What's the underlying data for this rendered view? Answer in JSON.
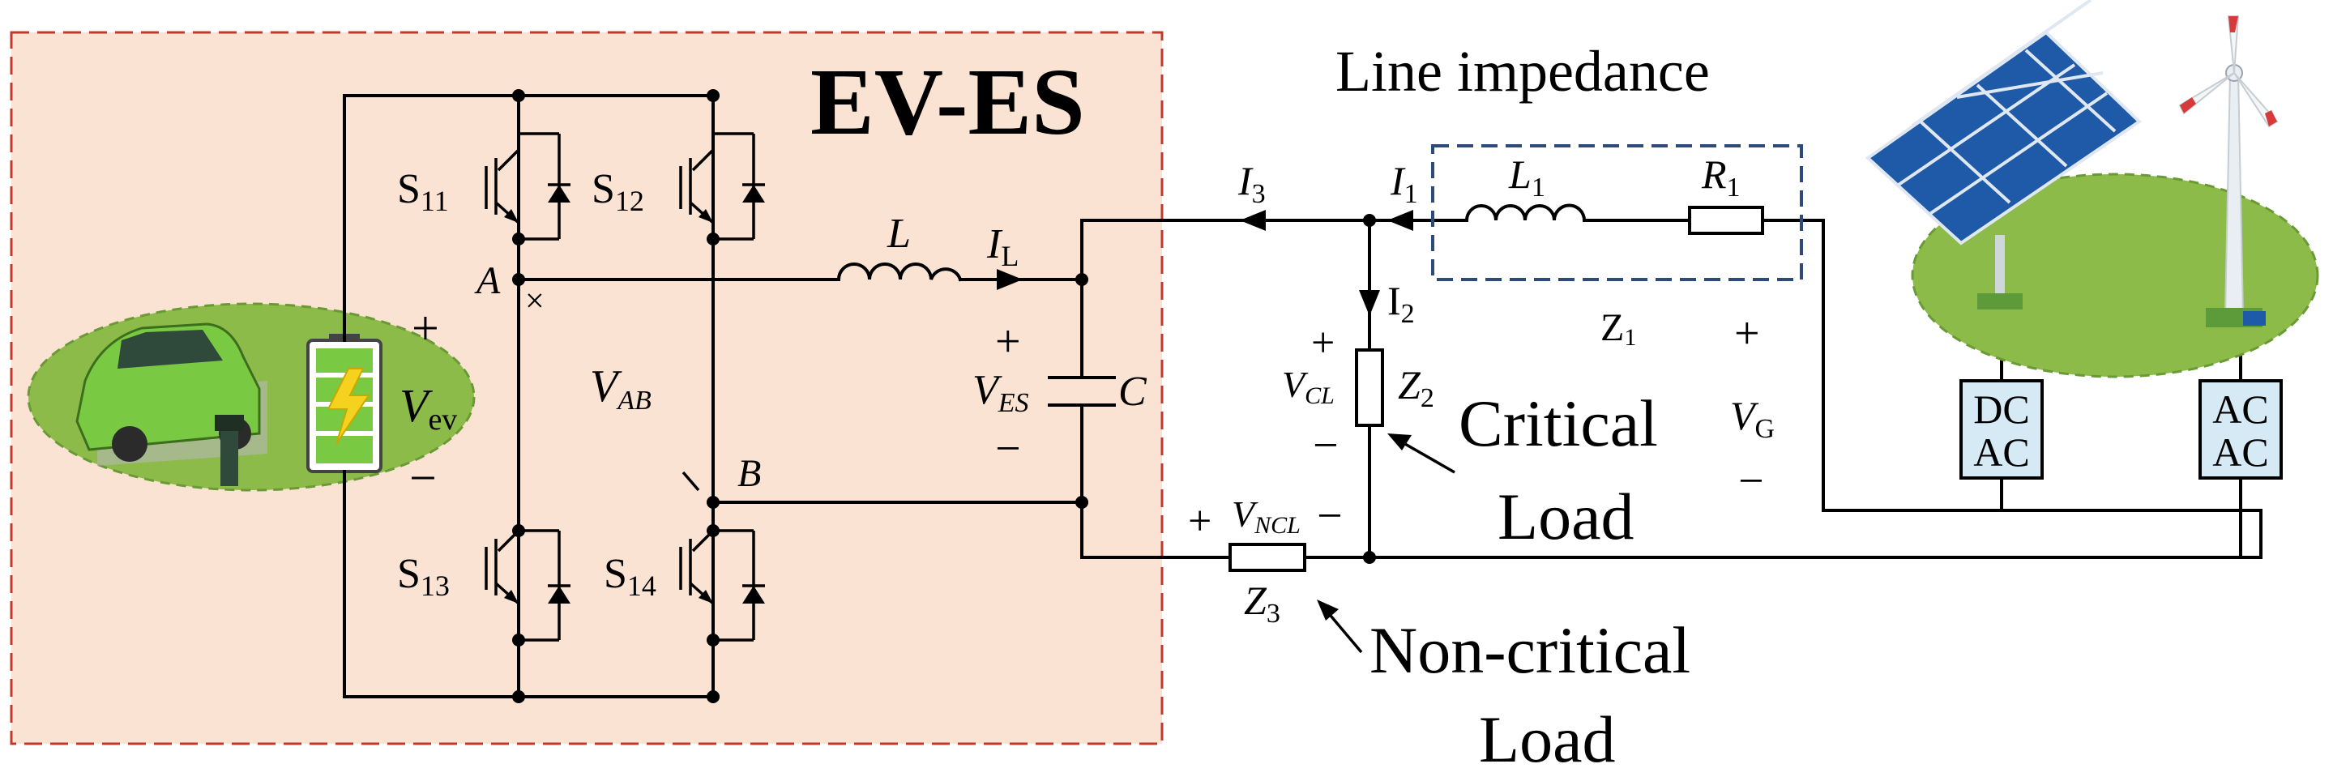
{
  "title": "EV-ES",
  "labels": {
    "line_impedance": "Line impedance",
    "s11_base": "S",
    "s11_sub": "11",
    "s12_base": "S",
    "s12_sub": "12",
    "s13_base": "S",
    "s13_sub": "13",
    "s14_base": "S",
    "s14_sub": "14",
    "node_a": "A",
    "node_b": "B",
    "vab_base": "V",
    "vab_sub": "AB",
    "vev_base": "V",
    "vev_sub": "ev",
    "inductor_l": "L",
    "il_base": "I",
    "il_sub": "L",
    "capacitor_c": "C",
    "ves_base": "V",
    "ves_sub": "ES",
    "i3_base": "I",
    "i3_sub": "3",
    "i1_base": "I",
    "i1_sub": "1",
    "i2_base": "I",
    "i2_sub": "2",
    "l1_base": "L",
    "l1_sub": "1",
    "r1_base": "R",
    "r1_sub": "1",
    "z1_base": "Z",
    "z1_sub": "1",
    "z2_base": "Z",
    "z2_sub": "2",
    "z3_base": "Z",
    "z3_sub": "3",
    "vcl_base": "V",
    "vcl_sub": "CL",
    "vncl_base": "V",
    "vncl_sub": "NCL",
    "vg_base": "V",
    "vg_sub": "G",
    "critical": "Critical",
    "load": "Load",
    "non_critical": "Non-critical",
    "load2": "Load",
    "dcac_top": "DC",
    "dcac_bottom": "AC",
    "acac_top": "AC",
    "acac_bottom": "AC",
    "plus": "+",
    "minus": "−",
    "cross": "×"
  },
  "colors": {
    "ev_es_fill": "#fbe3d4",
    "ev_es_border": "#c0392b",
    "impedance_border": "#2e4a7a",
    "converter_fill": "#d6eaf5",
    "grass": "#8cbb4a",
    "ev_body": "#7ac943",
    "battery_green": "#7ac943",
    "bolt_yellow": "#f4d21f",
    "solar_blue": "#1f5aa8",
    "turbine_red": "#d63a3a"
  }
}
